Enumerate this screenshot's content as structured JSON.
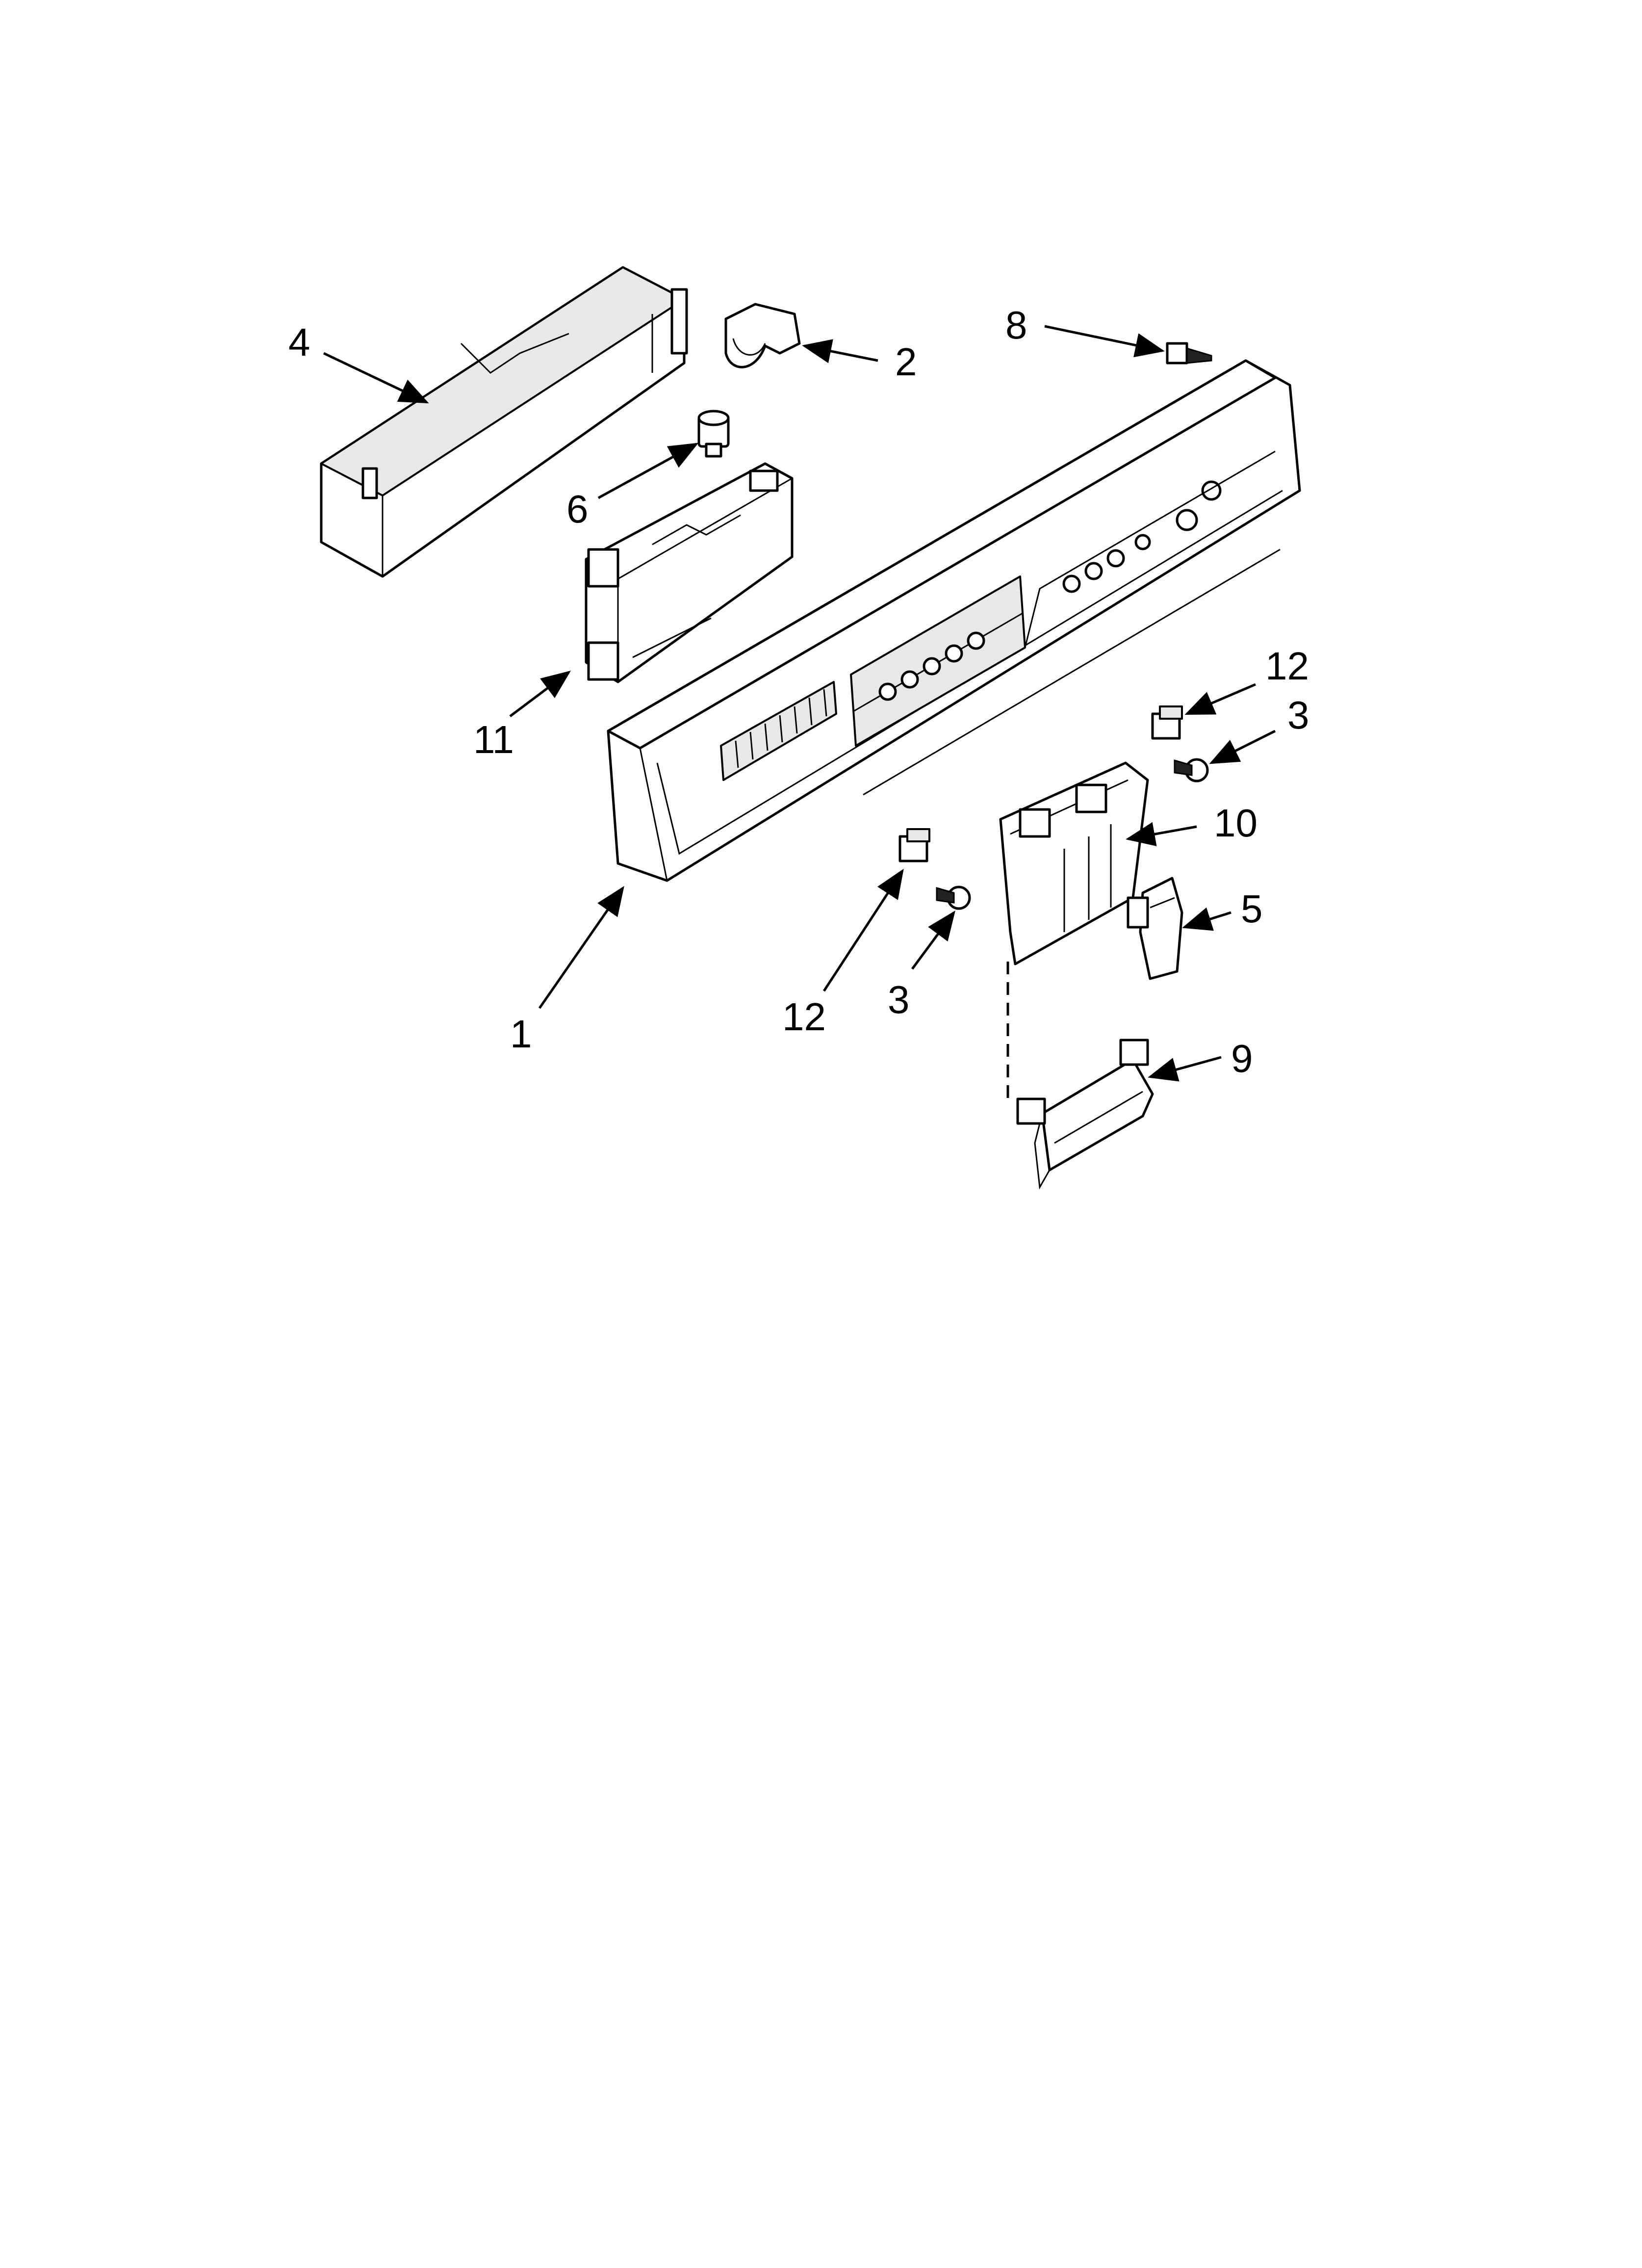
{
  "diagram": {
    "callouts": {
      "c1": "1",
      "c2": "2",
      "c3a": "3",
      "c3b": "3",
      "c4": "4",
      "c5": "5",
      "c6": "6",
      "c8": "8",
      "c9": "9",
      "c10": "10",
      "c11": "11",
      "c12a": "12",
      "c12b": "12"
    }
  }
}
